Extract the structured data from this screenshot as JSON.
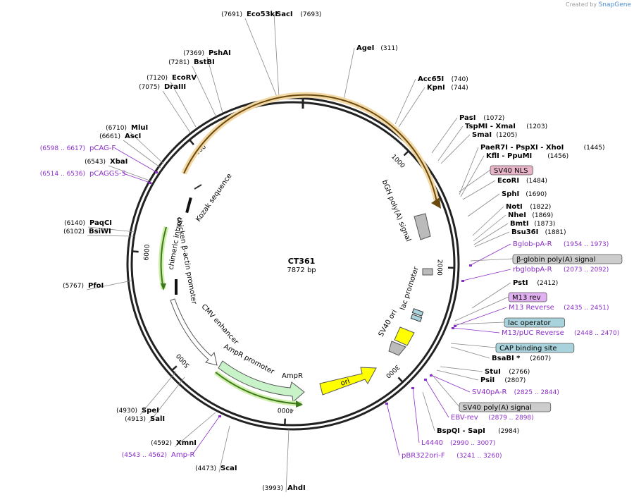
{
  "credit": {
    "prefix": "Created by",
    "brand": "SnapGene"
  },
  "plasmid": {
    "name": "CT361",
    "length": "7872 bp",
    "total_bp": 7872
  },
  "ticks": [
    {
      "bp": 1000,
      "label": "1000"
    },
    {
      "bp": 2000,
      "label": "2000"
    },
    {
      "bp": 3000,
      "label": "3000"
    },
    {
      "bp": 4000,
      "label": "4000"
    },
    {
      "bp": 5000,
      "label": "5000"
    },
    {
      "bp": 6000,
      "label": "6000"
    },
    {
      "bp": 7000,
      "label": "7000"
    }
  ],
  "colors": {
    "enzyme": "#222222",
    "primer": "#8b2fc9",
    "feature_line": "#777777",
    "bgh_arrow": "#c8962c",
    "ampr_arrow": "#4b8a2a",
    "ampr_fill": "#c8f2c8",
    "ori_fill": "#ffff00"
  },
  "enzymes": [
    {
      "name": "Eco53kI",
      "pos": "(7691)"
    },
    {
      "name": "SacI",
      "pos": "(7693)"
    },
    {
      "name": "AgeI",
      "pos": "(311)"
    },
    {
      "name": "PshAI",
      "pos": "(7369)"
    },
    {
      "name": "BstBI",
      "pos": "(7281)"
    },
    {
      "name": "EcoRV",
      "pos": "(7120)"
    },
    {
      "name": "DraIII",
      "pos": "(7075)"
    },
    {
      "name": "Acc65I",
      "pos": "(740)"
    },
    {
      "name": "KpnI",
      "pos": "(744)"
    },
    {
      "name": "PasI",
      "pos": "(1072)"
    },
    {
      "name": "TspMI - XmaI",
      "pos": "(1203)"
    },
    {
      "name": "SmaI",
      "pos": "(1205)"
    },
    {
      "name": "PaeR7I - PspXI - XhoI",
      "pos": "(1445)"
    },
    {
      "name": "KflI - PpuMI",
      "pos": "(1456)"
    },
    {
      "name": "EcoRI",
      "pos": "(1484)"
    },
    {
      "name": "SphI",
      "pos": "(1690)"
    },
    {
      "name": "NotI",
      "pos": "(1822)"
    },
    {
      "name": "NheI",
      "pos": "(1869)"
    },
    {
      "name": "BmtI",
      "pos": "(1873)"
    },
    {
      "name": "Bsu36I",
      "pos": "(1881)"
    },
    {
      "name": "MluI",
      "pos": "(6710)"
    },
    {
      "name": "AscI",
      "pos": "(6661)"
    },
    {
      "name": "XbaI",
      "pos": "(6543)"
    },
    {
      "name": "PaqCI",
      "pos": "(6140)"
    },
    {
      "name": "BsiWI",
      "pos": "(6102)"
    },
    {
      "name": "PfoI",
      "pos": "(5767)"
    },
    {
      "name": "PstI",
      "pos": "(2412)"
    },
    {
      "name": "BsaBI *",
      "pos": "(2607)"
    },
    {
      "name": "StuI",
      "pos": "(2766)"
    },
    {
      "name": "PsiI",
      "pos": "(2807)"
    },
    {
      "name": "BspQI - SapI",
      "pos": "(2984)"
    },
    {
      "name": "SpeI",
      "pos": "(4930)"
    },
    {
      "name": "SalI",
      "pos": "(4913)"
    },
    {
      "name": "XmnI",
      "pos": "(4592)"
    },
    {
      "name": "ScaI",
      "pos": "(4473)"
    },
    {
      "name": "AhdI",
      "pos": "(3993)"
    }
  ],
  "primers": [
    {
      "name": "pCAG-F",
      "pos": "(6598 .. 6617)"
    },
    {
      "name": "pCAGGS-5",
      "pos": "(6514 .. 6536)"
    },
    {
      "name": "Bglob-pA-R",
      "pos": "(1954 .. 1973)"
    },
    {
      "name": "rbglobpA-R",
      "pos": "(2073 .. 2092)"
    },
    {
      "name": "M13 Reverse",
      "pos": "(2435 .. 2451)"
    },
    {
      "name": "M13/pUC Reverse",
      "pos": "(2448 .. 2470)"
    },
    {
      "name": "SV40pA-R",
      "pos": "(2825 .. 2844)"
    },
    {
      "name": "EBV-rev",
      "pos": "(2879 .. 2898)"
    },
    {
      "name": "L4440",
      "pos": "(2990 .. 3007)"
    },
    {
      "name": "pBR322ori-F",
      "pos": "(3241 .. 3260)"
    },
    {
      "name": "Amp-R",
      "pos": "(4543 .. 4562)"
    }
  ],
  "feature_boxes": [
    {
      "name": "SV40 NLS",
      "fill": "#e8b4c8"
    },
    {
      "name": "β-globin poly(A) signal",
      "fill": "#cccccc"
    },
    {
      "name": "M13 rev",
      "fill": "#e0b0f0"
    },
    {
      "name": "lac operator",
      "fill": "#a9d3dc"
    },
    {
      "name": "CAP binding site",
      "fill": "#a9d3dc"
    },
    {
      "name": "SV40 poly(A) signal",
      "fill": "#cccccc"
    }
  ],
  "inner_labels": [
    {
      "text": "bGH poly(A) signal"
    },
    {
      "text": "lac promoter"
    },
    {
      "text": "SV40 ori"
    },
    {
      "text": "ori"
    },
    {
      "text": "AmpR"
    },
    {
      "text": "AmpR promoter"
    },
    {
      "text": "CMV enhancer"
    },
    {
      "text": "chicken β-actin promoter"
    },
    {
      "text": "chimeric intron"
    },
    {
      "text": "Kozak sequence"
    }
  ]
}
